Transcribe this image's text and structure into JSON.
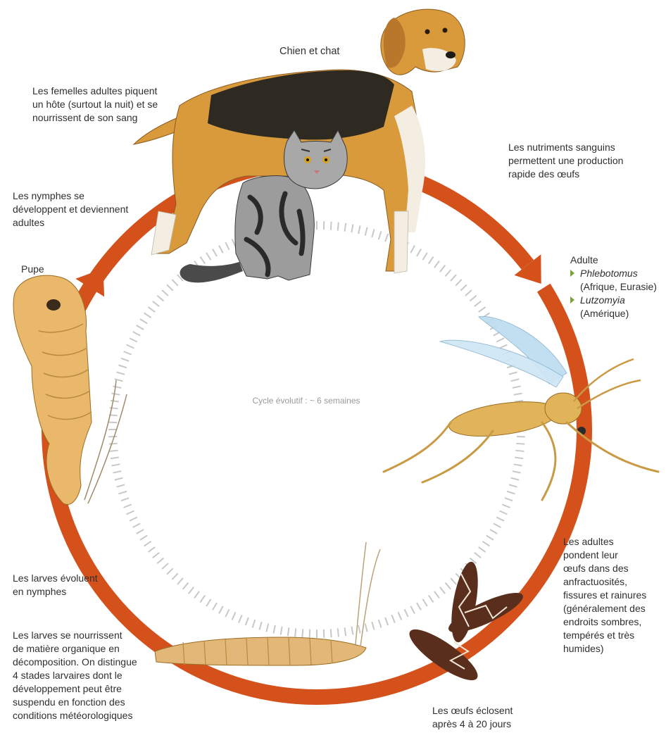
{
  "center_caption": "Cycle évolutif : ~ 6 semaines",
  "labels": {
    "host": "Chien et chat",
    "bite": "Les femelles adultes piquent\nun hôte (surtout la nuit) et se\nnourrissent de son sang",
    "nutrients": "Les nutriments sanguins\npermettent une production\nrapide des œufs",
    "adult_title": "Adulte",
    "nymphs": "Les nymphes se\ndéveloppent et deviennent\nadultes",
    "pupa": "Pupe",
    "larvae_to_nymphs": "Les larves évoluent\nen nymphes",
    "larvae_feed": "Les larves se nourrissent\nde matière organique en\ndécomposition. On distingue\n4 stades larvaires dont le\ndéveloppement peut être\nsuspendu en fonction des\nconditions météorologiques",
    "eggs_hatch": "Les œufs éclosent\naprès 4 à 20 jours",
    "adults_lay": "Les adultes\npondent leur\nœufs dans des\nanfractuosités,\nfissures et rainures\n(généralement des\nendroits sombres,\ntempérés et très\nhumides)"
  },
  "species": [
    {
      "name": "Phlebotomus",
      "region": "(Afrique, Eurasie)"
    },
    {
      "name": "Lutzomyia",
      "region": "(Amérique)"
    }
  ],
  "colors": {
    "cycle_arrow": "#d4511c",
    "tick_ring": "#c8c8c8",
    "bullet": "#7aa23a",
    "dog_tan": "#d99a3c",
    "dog_black": "#2e2a22",
    "cat_grey": "#8d8d8d",
    "sandfly_body": "#e2b45a",
    "sandfly_wing": "#bcdcf0",
    "egg_brown": "#5a2e1c",
    "larva": "#e3b777",
    "pupa": "#e9b86a"
  },
  "icons": [
    "dog-illustration",
    "cat-illustration",
    "sandfly-illustration",
    "eggs-illustration",
    "larva-illustration",
    "pupa-illustration"
  ]
}
